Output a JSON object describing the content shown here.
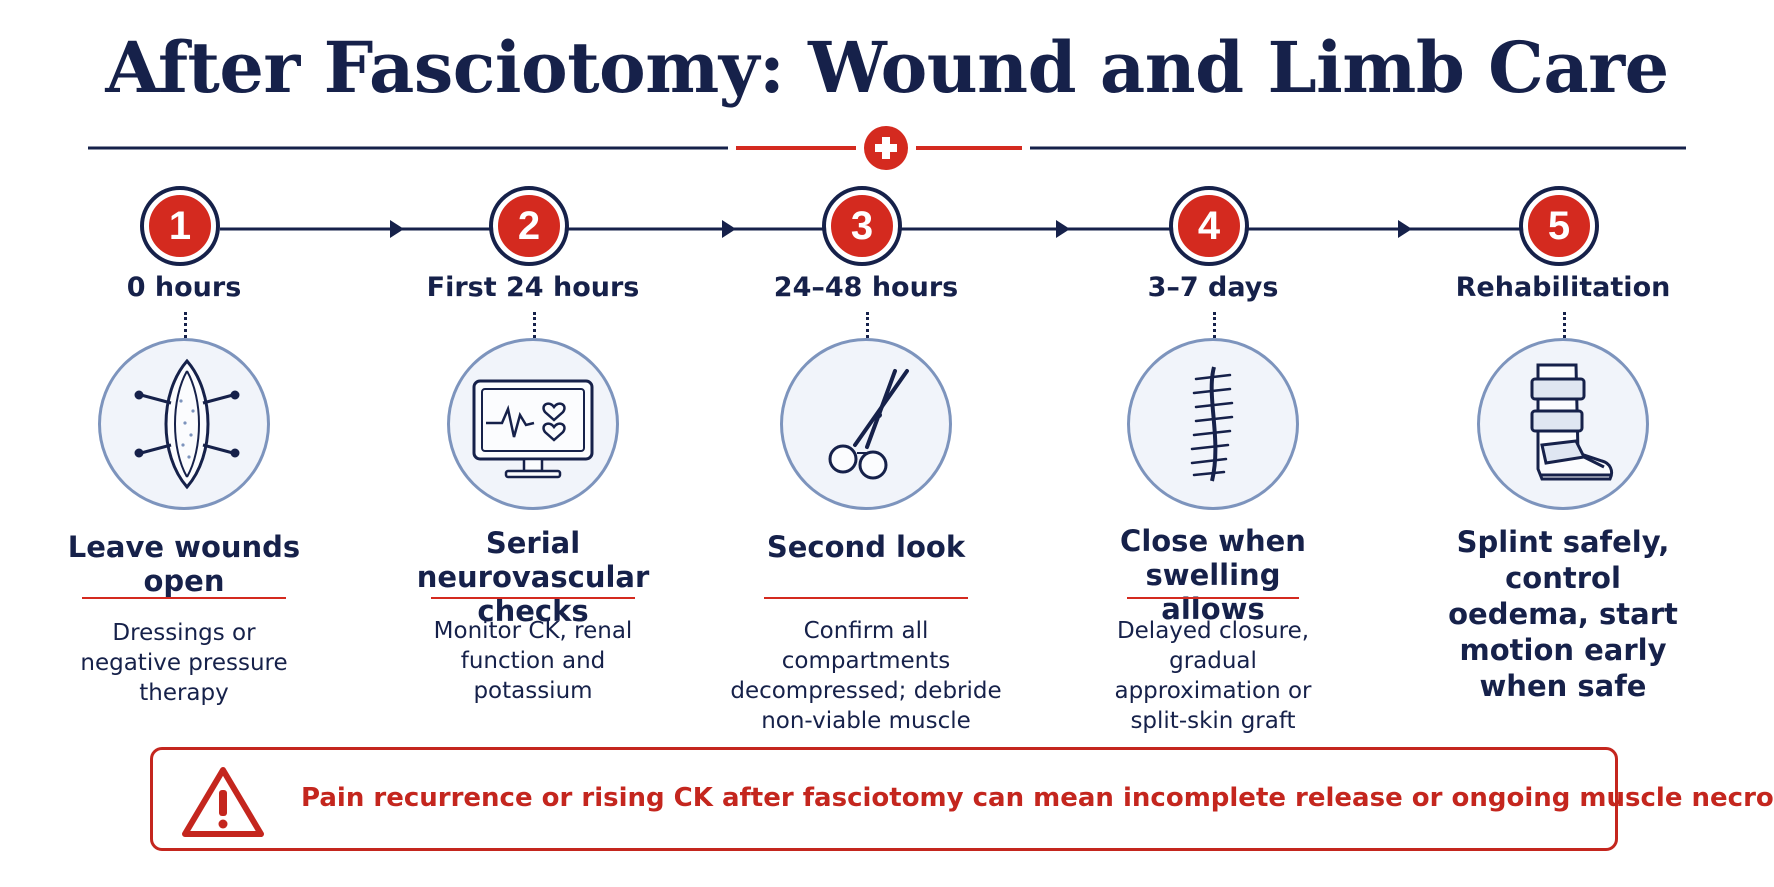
{
  "title": "After Fasciotomy: Wound and Limb Care",
  "colors": {
    "navy": "#16214a",
    "red": "#d42a1f",
    "circle_border": "#7d94bd",
    "circle_fill": "#f1f4fa"
  },
  "steps": [
    {
      "number": "1",
      "time": "0 hours",
      "icon": "open-wound-icon",
      "heading": "Leave wounds open",
      "description": "Dressings or negative pressure therapy"
    },
    {
      "number": "2",
      "time": "First 24 hours",
      "icon": "heart-monitor-icon",
      "heading": "Serial neurovascular checks",
      "description": "Monitor CK, renal function and potassium"
    },
    {
      "number": "3",
      "time": "24–48 hours",
      "icon": "surgical-scissors-icon",
      "heading": "Second look",
      "description": "Confirm all compartments decompressed; debride non-viable muscle"
    },
    {
      "number": "4",
      "time": "3–7 days",
      "icon": "sutured-wound-icon",
      "heading": "Close when swelling allows",
      "description": "Delayed closure, gradual approximation or split-skin graft"
    },
    {
      "number": "5",
      "time": "Rehabilitation",
      "icon": "leg-splint-icon",
      "heading": "Splint safely, control oedema, start motion early when safe",
      "description": ""
    }
  ],
  "alert": {
    "icon": "warning-triangle-icon",
    "text": "Pain recurrence or rising CK after fasciotomy can mean incomplete release or ongoing muscle necrosis."
  }
}
